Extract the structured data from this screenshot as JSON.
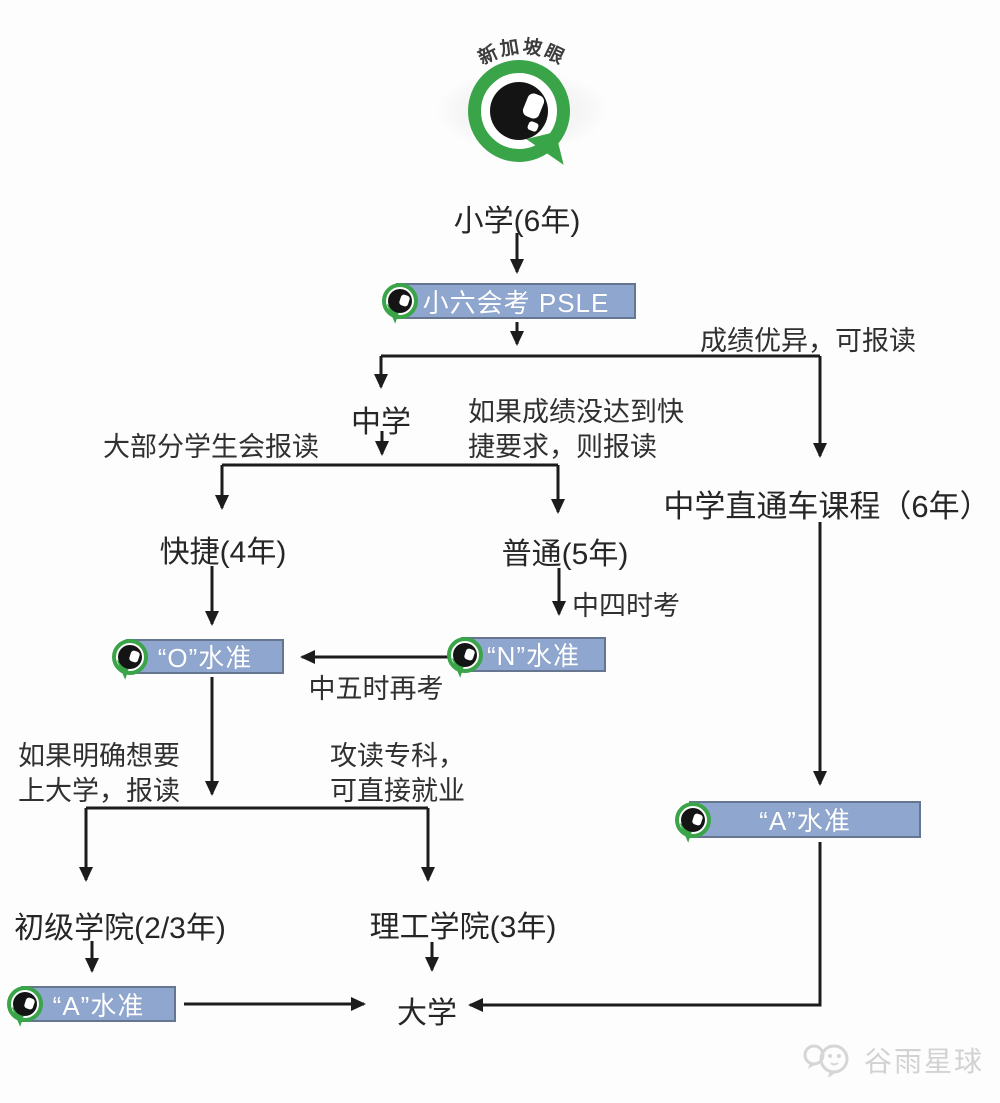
{
  "colors": {
    "box_fill": "#8fa6ce",
    "box_border": "#667691",
    "line": "#1c1c1c",
    "logo_green": "#3aa449",
    "watermark_gray": "#d2d2d2"
  },
  "logo": {
    "brand": "新加坡眼"
  },
  "watermark": {
    "brand": "谷雨星球"
  },
  "nodes": {
    "primary": "小学(6年)",
    "psle": "小六会考 PSLE",
    "secondary": "中学",
    "through_train": "中学直通车课程（6年）",
    "express": "快捷(4年)",
    "normal": "普通(5年)",
    "o_level": "“O”水准",
    "n_level": "“N”水准",
    "a_level_right": "“A”水准",
    "a_level_left": "“A”水准",
    "jc": "初级学院(2/3年)",
    "poly": "理工学院(3年)",
    "university": "大学"
  },
  "annotations": {
    "excellent_apply": "成绩优异，可报读",
    "most_students": "大部分学生会报读",
    "below_express_1": "如果成绩没达到快",
    "below_express_2": "捷要求，则报读",
    "exam_sec4": "中四时考",
    "exam_sec5": "中五时再考",
    "want_university_1": "如果明确想要",
    "want_university_2": "上大学，报读",
    "diploma_1": "攻读专科，",
    "diploma_2": "可直接就业"
  }
}
